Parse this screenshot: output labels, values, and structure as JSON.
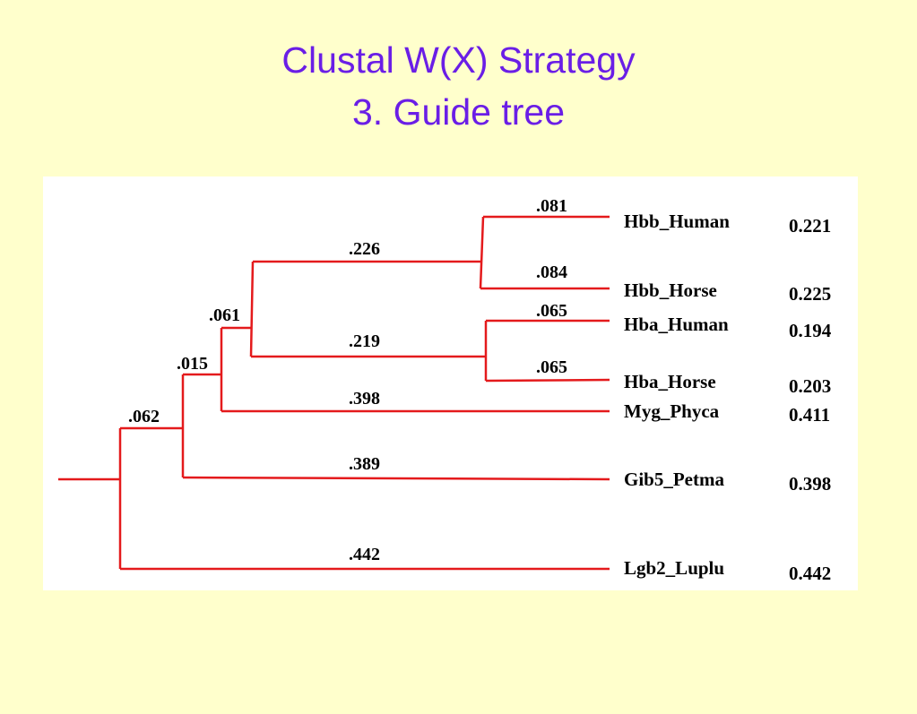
{
  "slide": {
    "title_line1": "Clustal W(X) Strategy",
    "title_line2": "3. Guide tree",
    "colors": {
      "background": "#ffffcc",
      "title": "#6a1ee6",
      "branch": "#e41a1c",
      "panel": "#ffffff"
    }
  },
  "tree": {
    "branch_labels": {
      "hbb_human": ".081",
      "hbb_horse": ".084",
      "hba_human": ".065",
      "hba_horse": ".065",
      "hbb_clade": ".226",
      "hba_clade": ".219",
      "hb_clade": ".061",
      "myg": ".398",
      "globin_clade": ".015",
      "gib5": ".389",
      "inner_clade": ".062",
      "lgb2": ".442"
    },
    "leaves": [
      {
        "name": "Hbb_Human",
        "distance": "0.221"
      },
      {
        "name": "Hbb_Horse",
        "distance": "0.225"
      },
      {
        "name": "Hba_Human",
        "distance": "0.194"
      },
      {
        "name": "Hba_Horse",
        "distance": "0.203"
      },
      {
        "name": "Myg_Phyca",
        "distance": "0.411"
      },
      {
        "name": "Gib5_Petma",
        "distance": "0.398"
      },
      {
        "name": "Lgb2_Luplu",
        "distance": "0.442"
      }
    ]
  }
}
